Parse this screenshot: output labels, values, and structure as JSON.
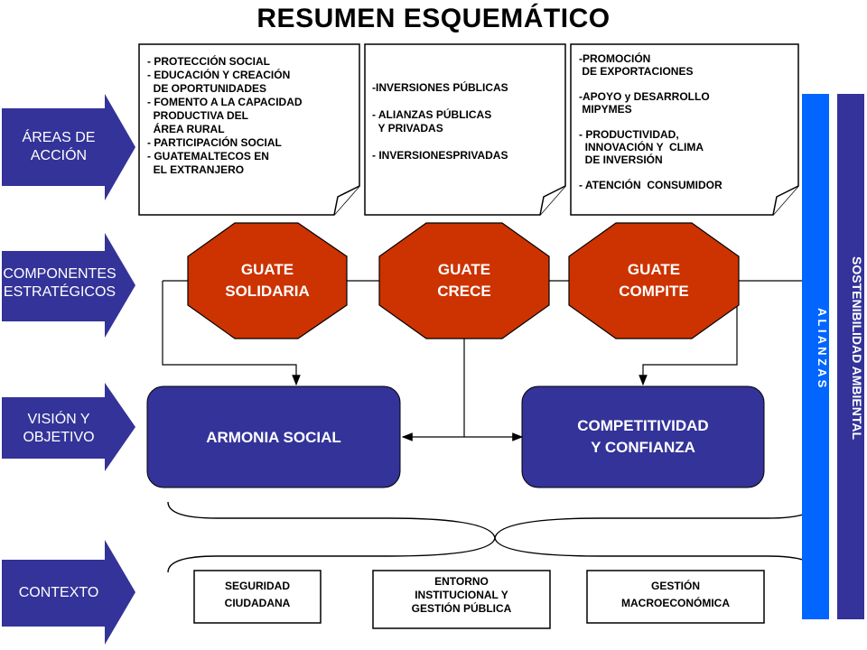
{
  "title": "RESUMEN ESQUEMÁTICO",
  "rows": [
    {
      "label_1": "ÁREAS DE",
      "label_2": "ACCIÓN"
    },
    {
      "label_1": "COMPONENTES",
      "label_2": "ESTRATÉGICOS"
    },
    {
      "label_1": "VISIÓN Y",
      "label_2": "OBJETIVO"
    },
    {
      "label_1": "CONTEXTO"
    }
  ],
  "action_areas": [
    {
      "text": "- PROTECCIÓN SOCIAL\n- EDUCACIÓN Y CREACIÓN\n  DE OPORTUNIDADES\n- FOMENTO A LA CAPACIDAD\n  PRODUCTIVA DEL\n  ÁREA RURAL\n- PARTICIPACIÓN SOCIAL\n- GUATEMALTECOS EN\n  EL EXTRANJERO"
    },
    {
      "text": "-INVERSIONES PÚBLICAS\n\n- ALIANZAS PÚBLICAS\n  Y PRIVADAS\n\n- INVERSIONESPRIVADAS"
    },
    {
      "text": "-PROMOCIÓN\n DE EXPORTACIONES\n\n-APOYO y DESARROLLO\n MIPYMES\n\n- PRODUCTIVIDAD,\n  INNOVACIÓN Y  CLIMA\n  DE INVERSIÓN\n\n- ATENCIÓN  CONSUMIDOR"
    }
  ],
  "components": [
    {
      "line_1": "GUATE",
      "line_2": "SOLIDARIA"
    },
    {
      "line_1": "GUATE",
      "line_2": "CRECE"
    },
    {
      "line_1": "GUATE",
      "line_2": "COMPITE"
    }
  ],
  "vision": [
    {
      "line_1": "ARMONIA SOCIAL"
    },
    {
      "line_1": "COMPETITIVIDAD",
      "line_2": "Y CONFIANZA"
    }
  ],
  "context": [
    {
      "line_1": "SEGURIDAD",
      "line_2": "CIUDADANA"
    },
    {
      "line_1": "ENTORNO",
      "line_2": "INSTITUCIONAL Y",
      "line_3": "GESTIÓN PÚBLICA"
    },
    {
      "line_1": "GESTIÓN",
      "line_2": "MACROECONÓMICA"
    }
  ],
  "side_bars": {
    "alianzas": "A L I A N Z A S",
    "sostenibilidad": "SOSTENIBILIDAD AMBIENTAL"
  },
  "colors": {
    "navy": "#333399",
    "red": "#CC3300",
    "blue_bar": "#0066FF"
  }
}
